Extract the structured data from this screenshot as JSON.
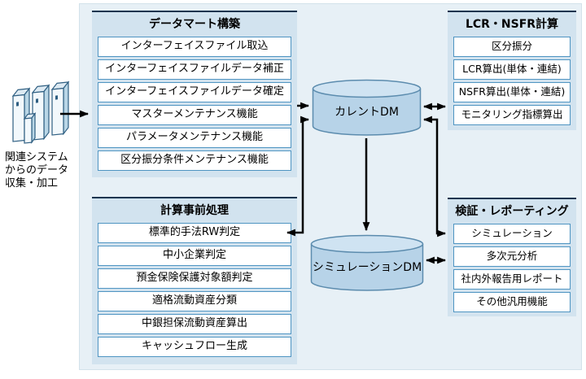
{
  "source": {
    "icon": "servers-icon",
    "caption_lines": [
      "関連システム",
      "からのデータ",
      "収集・加工"
    ]
  },
  "sections": {
    "datamart": {
      "title": "データマート構築",
      "items": [
        "インターフェイスファイル取込",
        "インターフェイスファイルデータ補正",
        "インターフェイスファイルデータ確定",
        "マスターメンテナンス機能",
        "パラメータメンテナンス機能",
        "区分振分条件メンテナンス機能"
      ]
    },
    "precalc": {
      "title": "計算事前処理",
      "items": [
        "標準的手法RW判定",
        "中小企業判定",
        "預金保険保護対象額判定",
        "適格流動資産分類",
        "中銀担保流動資産算出",
        "キャッシュフロー生成"
      ]
    },
    "lcr_nsfr": {
      "title": "LCR・NSFR計算",
      "items": [
        "区分振分",
        "LCR算出(単体・連結)",
        "NSFR算出(単体・連結)",
        "モニタリング指標算出"
      ]
    },
    "reporting": {
      "title": "検証・レポーティング",
      "items": [
        "シミュレーション",
        "多次元分析",
        "社内外報告用レポート",
        "その他汎用機能"
      ]
    }
  },
  "databases": {
    "current_dm": "カレントDM",
    "simulation_dm": "シミュレーションDM"
  },
  "colors": {
    "canvas_bg": "#ffffff",
    "container_bg": "#e7f0f6",
    "container_border": "#d3e2ea",
    "section_bg": "#d2e3ef",
    "section_top_border": "#16354f",
    "row_border": "#4e94c2",
    "row_bg": "#ffffff",
    "cylinder_fill": "#b7d3e8",
    "cylinder_top_fill": "#cfe3f2",
    "cylinder_stroke": "#5c8cae",
    "arrow": "#000000",
    "text": "#000000"
  }
}
